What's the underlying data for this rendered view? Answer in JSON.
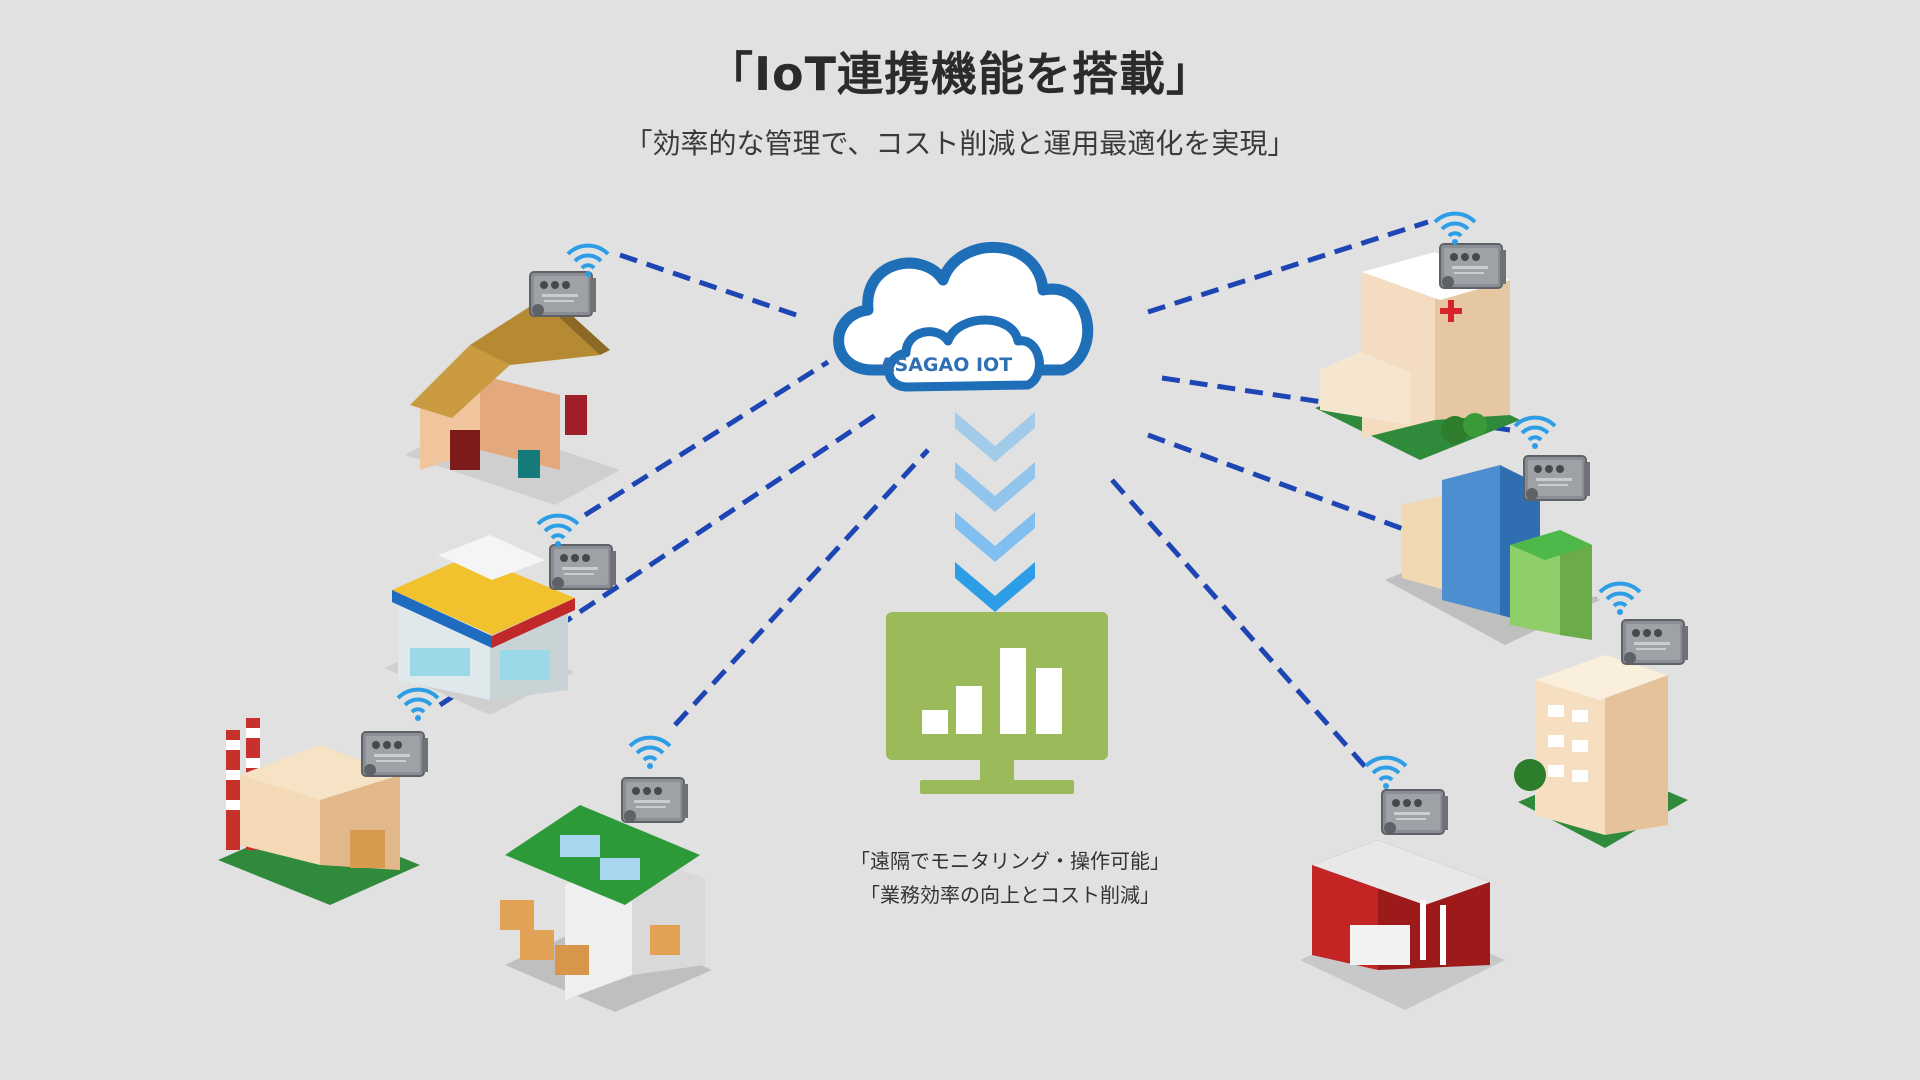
{
  "header": {
    "title": "「IoT連携機能を搭載」",
    "subtitle": "「効率的な管理で、コスト削減と運用最適化を実現」"
  },
  "cloud": {
    "label": "ASAGAO IOT"
  },
  "monitor": {
    "captions": [
      "「遠隔でモニタリング・操作可能」",
      "「業務効率の向上とコスト削減」"
    ]
  },
  "colors": {
    "background": "#e1e1e1",
    "cloud_stroke": "#1f6fb8",
    "link_dash": "#1e45b4",
    "chevron": "#6fb9f1",
    "monitor": "#9bbb5a",
    "iot_box": "#8a8d93"
  },
  "icons": [
    "wifi-icon",
    "iot-gateway-icon",
    "cloud-icon",
    "monitor-chart-icon",
    "chevron-down-icon"
  ]
}
